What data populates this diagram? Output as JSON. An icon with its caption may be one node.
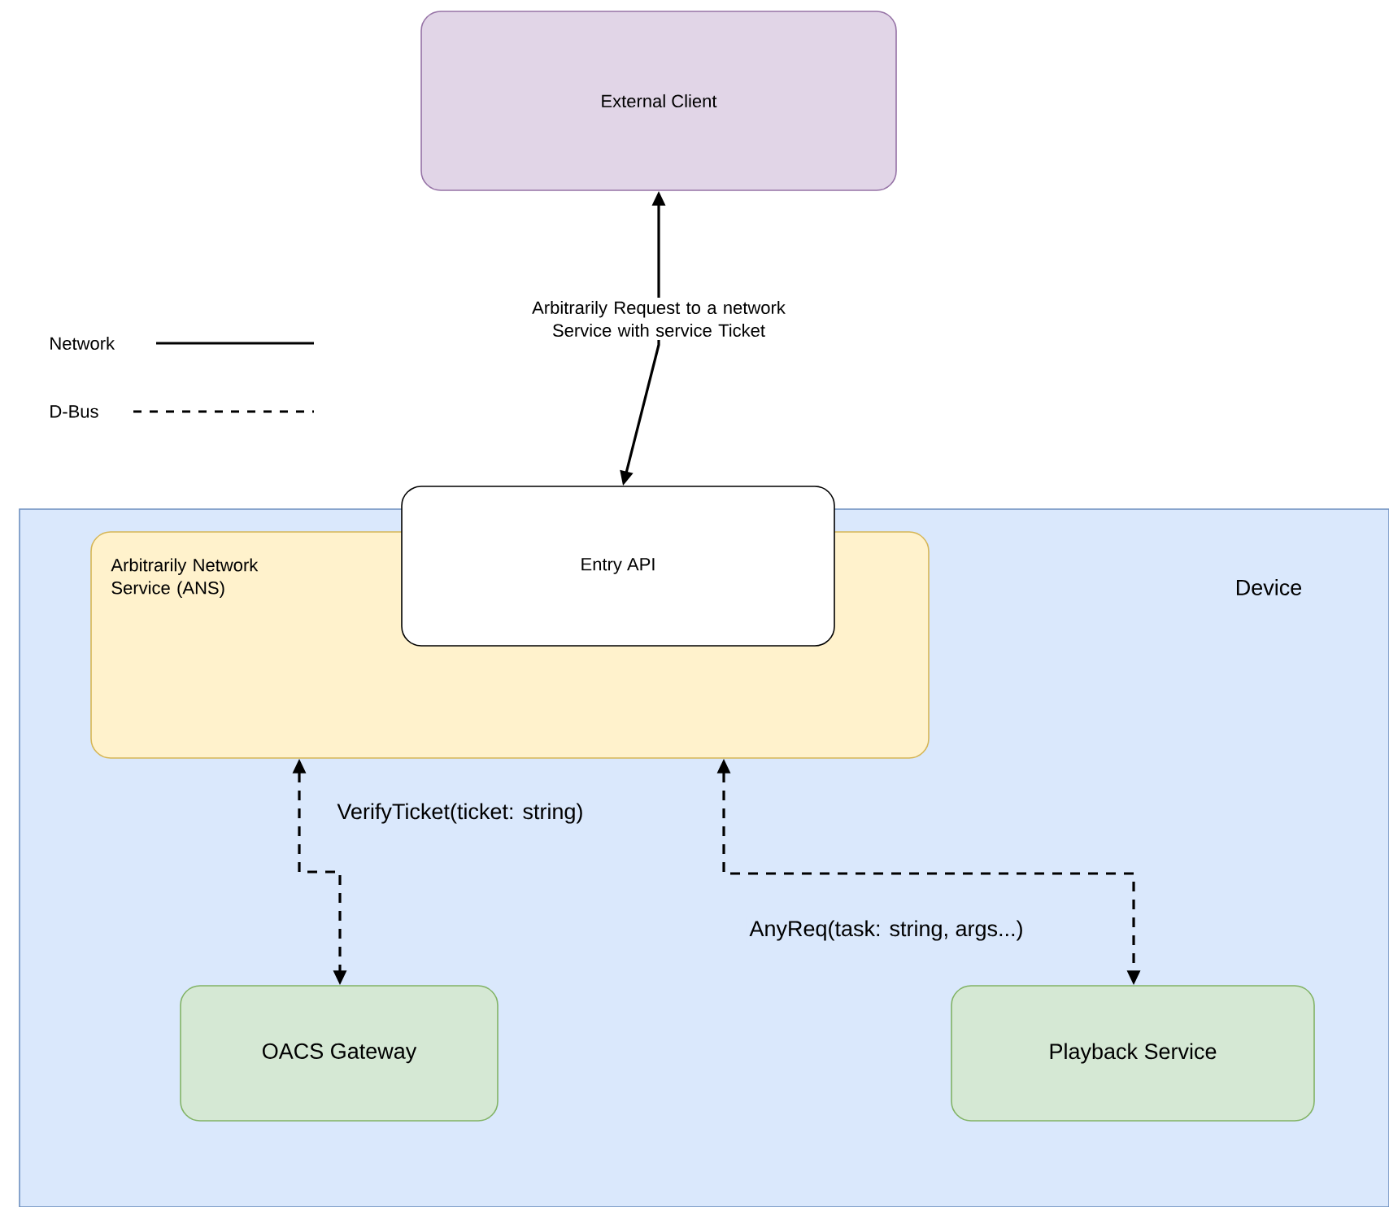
{
  "diagram": {
    "nodes": [
      {
        "text": [
          "External Client"
        ]
      },
      {
        "text": [
          "Device"
        ]
      },
      {
        "text": [
          "Arbitrarily Network Service (ANS)"
        ],
        "in": 1
      },
      {
        "text": [
          "Entry API"
        ]
      },
      {
        "text": [
          "OACS Gateway"
        ],
        "in": 1
      },
      {
        "text": [
          "Playback Service"
        ],
        "in": 1
      }
    ],
    "edges": [
      {
        "from": 3,
        "to": 0,
        "arrow": "both",
        "label": "Arbitrarily Request to a network Service with service Ticket"
      },
      {
        "from": 2,
        "to": 4,
        "arrow": "both",
        "style": "dashed",
        "label": "VerifyTicket(ticket: string)"
      },
      {
        "from": 2,
        "to": 5,
        "arrow": "both",
        "style": "dashed",
        "label": "AnyReq(task: string, args...)"
      }
    ],
    "legend": [
      {
        "text": "Network"
      },
      {
        "text": "D-Bus"
      }
    ]
  }
}
